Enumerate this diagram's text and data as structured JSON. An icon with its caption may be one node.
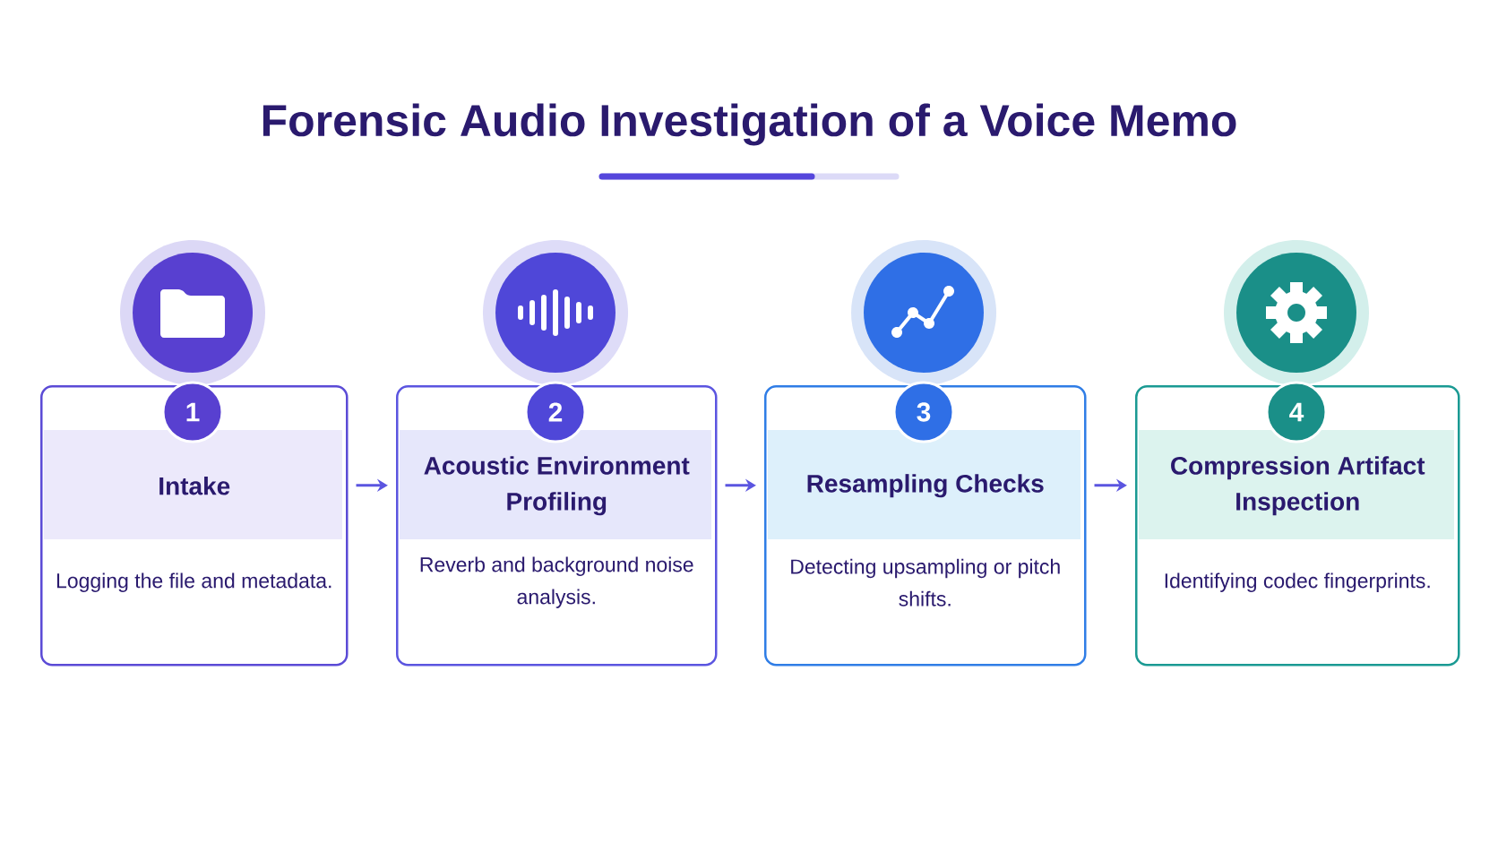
{
  "diagram": {
    "title": "Forensic Audio Investigation of a Voice Memo",
    "nodes": [
      {
        "text": [
          "Intake",
          "Logging the file and metadata."
        ]
      },
      {
        "text": [
          "1"
        ],
        "in": 0
      },
      {
        "text": [
          "Acoustic Environment Profiling",
          "Reverb and background noise analysis."
        ]
      },
      {
        "text": [
          "2"
        ],
        "in": 2
      },
      {
        "text": [
          "Resampling Checks",
          "Detecting upsampling or pitch shifts."
        ]
      },
      {
        "text": [
          "3"
        ],
        "in": 4
      },
      {
        "text": [
          "Compression Artifact Inspection",
          "Identifying codec fingerprints."
        ]
      },
      {
        "text": [
          "4"
        ],
        "in": 6
      }
    ],
    "edges": [
      {
        "from": 0,
        "to": 2,
        "arrow": "to"
      },
      {
        "from": 2,
        "to": 4,
        "arrow": "to"
      },
      {
        "from": 4,
        "to": 6,
        "arrow": "to"
      }
    ]
  }
}
